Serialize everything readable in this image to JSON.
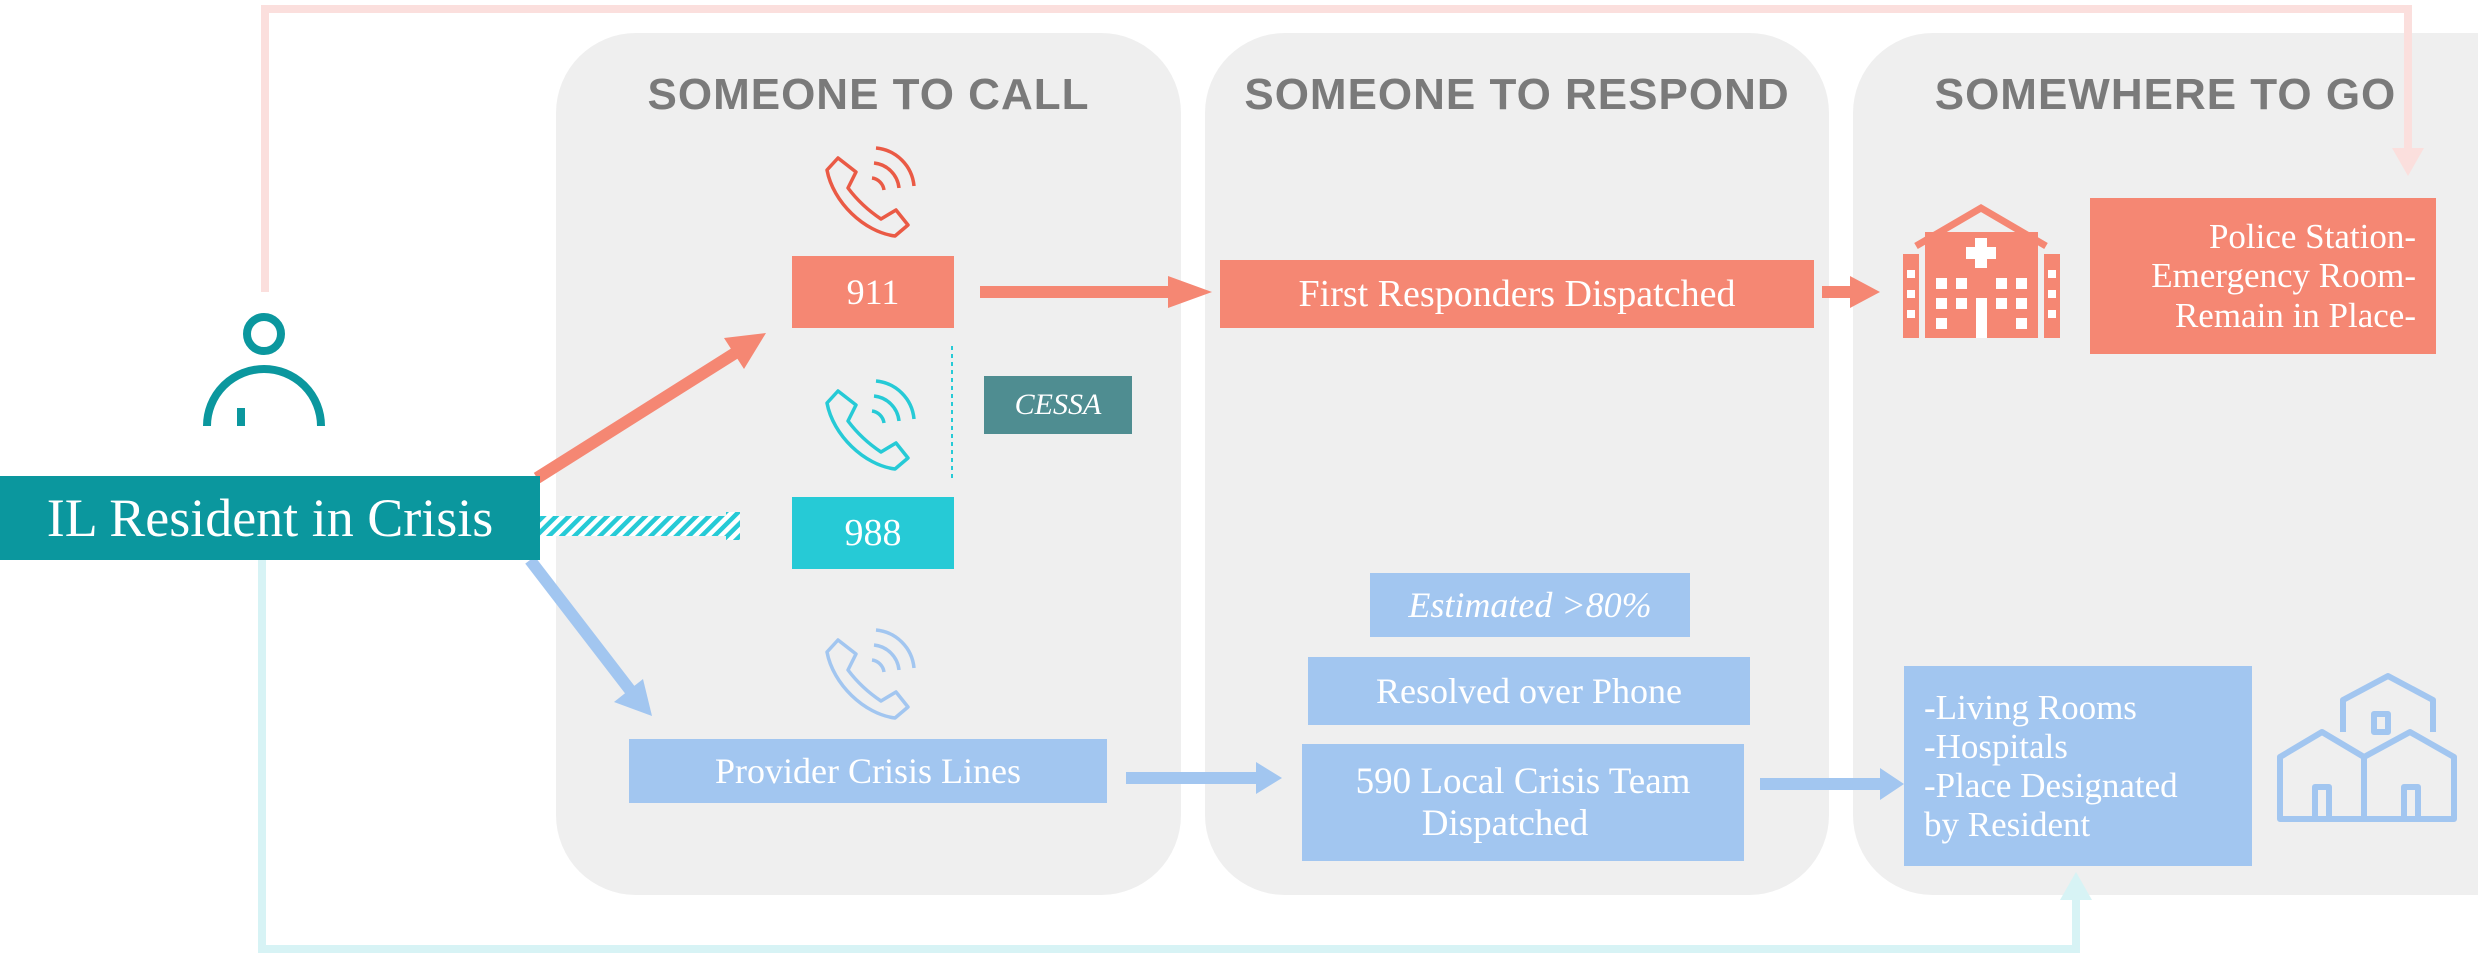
{
  "resident": {
    "label": "IL Resident in Crisis"
  },
  "columns": [
    {
      "title": "SOMEONE TO CALL"
    },
    {
      "title": "SOMEONE TO RESPOND"
    },
    {
      "title": "SOMEWHERE TO GO"
    }
  ],
  "call": {
    "nine_one_one": "911",
    "cessa": "CESSA",
    "nine_eight_eight": "988",
    "provider_lines": "Provider Crisis Lines"
  },
  "respond": {
    "first_responders": "First Responders Dispatched",
    "estimated": "Estimated >80%",
    "resolved": "Resolved over Phone",
    "local_team_line1": "590 Local Crisis Team",
    "local_team_line2": "Dispatched"
  },
  "go": {
    "police": {
      "line1": "Police Station-",
      "line2": "Emergency Room-",
      "line3": "Remain in Place-"
    },
    "community": {
      "line1": "-Living Rooms",
      "line2": "-Hospitals",
      "line3": "-Place Designated",
      "line4": "by Resident"
    }
  },
  "colors": {
    "salmon": "#f58773",
    "teal": "#26cad6",
    "dark_teal": "#0b979e",
    "sky": "#a2c6f0",
    "panel": "#efefef",
    "heading": "#7a7a7a"
  },
  "icons": [
    "person-icon",
    "phone-icon",
    "hospital-icon",
    "houses-icon"
  ]
}
